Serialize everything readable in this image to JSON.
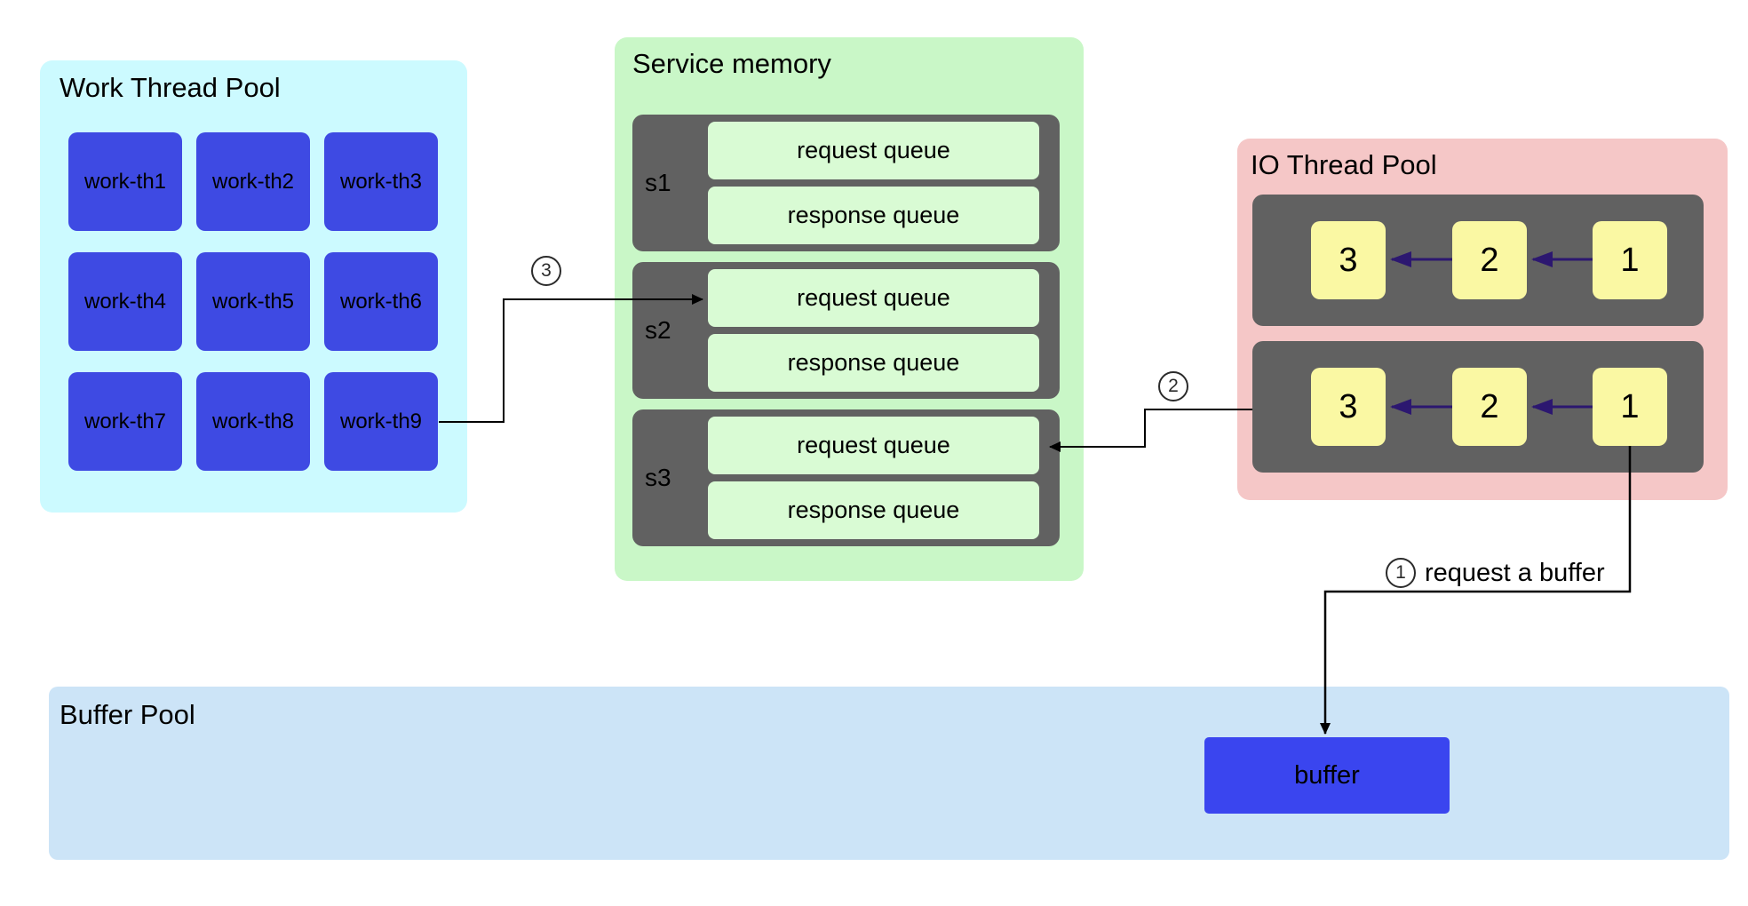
{
  "work_pool": {
    "title": "Work Thread Pool",
    "threads": [
      "work-th1",
      "work-th2",
      "work-th3",
      "work-th4",
      "work-th5",
      "work-th6",
      "work-th7",
      "work-th8",
      "work-th9"
    ]
  },
  "service_memory": {
    "title": "Service memory",
    "services": [
      {
        "name": "s1",
        "queues": [
          "request queue",
          "response queue"
        ]
      },
      {
        "name": "s2",
        "queues": [
          "request queue",
          "response queue"
        ]
      },
      {
        "name": "s3",
        "queues": [
          "request queue",
          "response queue"
        ]
      }
    ]
  },
  "io_pool": {
    "title": "IO Thread Pool",
    "rows": [
      {
        "items": [
          "3",
          "2",
          "1"
        ]
      },
      {
        "items": [
          "3",
          "2",
          "1"
        ]
      }
    ]
  },
  "buffer_pool": {
    "title": "Buffer Pool",
    "buffer_label": "buffer"
  },
  "steps": {
    "step1": {
      "digit": "1",
      "text": "request a buffer"
    },
    "step2": {
      "digit": "2"
    },
    "step3": {
      "digit": "3"
    }
  },
  "colors": {
    "work_pool_bg": "#ccfaff",
    "work_box": "#3e4ae3",
    "service_memory_bg": "#c9f7c7",
    "queue_box": "#d9fbd4",
    "dark_block": "#616161",
    "io_pool_bg": "#f5c7c7",
    "io_num_box": "#faf8a3",
    "buffer_pool_bg": "#cce4f7",
    "buffer_box": "#3a45ef",
    "queue_chain_arrow": "#2c1770",
    "flow_arrow": "#000000"
  }
}
